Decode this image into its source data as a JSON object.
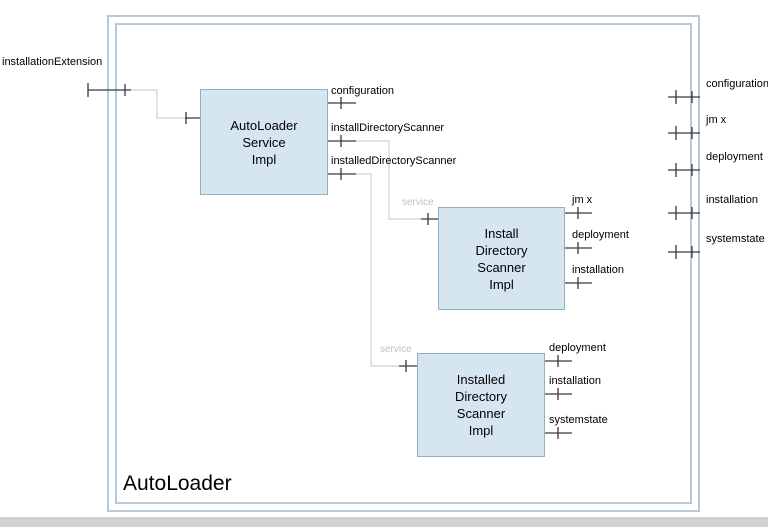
{
  "title": "AutoLoader",
  "external_port": {
    "label": "installationExtension"
  },
  "boundary_ports": [
    "configuration",
    "jm x",
    "deployment",
    "installation",
    "systemstate"
  ],
  "components": {
    "autoloader_service": {
      "text": "AutoLoader\nService\nImpl",
      "ports": [
        "configuration",
        "installDirectoryScanner",
        "installedDirectoryScanner"
      ]
    },
    "install_scanner": {
      "text": "Install\nDirectory\nScanner\nImpl",
      "service_port_label": "service",
      "ports": [
        "jm x",
        "deployment",
        "installation"
      ]
    },
    "installed_scanner": {
      "text": "Installed\nDirectory\nScanner\nImpl",
      "service_port_label": "service",
      "ports": [
        "deployment",
        "installation",
        "systemstate"
      ]
    }
  },
  "colors": {
    "component_fill": "#d5e6f1",
    "component_border": "#94afc1",
    "composite_border": "#b6cbd9",
    "wire": "#d9d9d9",
    "pin": "#3a3a3a",
    "service_label": "#c0c0c0"
  }
}
